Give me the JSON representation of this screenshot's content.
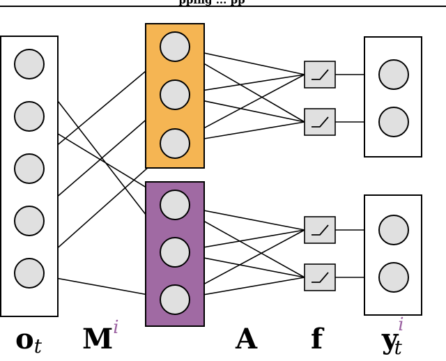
{
  "header": {
    "caption_fragment": "pping ... pp"
  },
  "colors": {
    "orange_block": "#f5b553",
    "purple_block": "#a06aa3",
    "superscript": "#9a5fa0",
    "node_fill": "#e0e0e0"
  },
  "labels": {
    "input": {
      "main": "o",
      "sub": "t"
    },
    "mapping": {
      "main": "M",
      "sup": "i"
    },
    "weights": {
      "main": "A"
    },
    "activation": {
      "main": "f"
    },
    "output": {
      "main": "y",
      "sup": "i",
      "sub": "t"
    }
  },
  "graph": {
    "input_nodes": 5,
    "orange_nodes": 3,
    "purple_nodes": 3,
    "activations_per_group": 2,
    "outputs_per_group": 2,
    "mapping_edges": [
      {
        "from_input": 0,
        "to_hidden": "purple",
        "index": 1
      },
      {
        "from_input": 1,
        "to_hidden": "purple",
        "index": 0
      },
      {
        "from_input": 2,
        "to_hidden": "orange",
        "index": 0
      },
      {
        "from_input": 3,
        "to_hidden": "orange",
        "index": 1
      },
      {
        "from_input": 4,
        "to_hidden": "orange",
        "index": 2
      },
      {
        "from_input": 4,
        "to_hidden": "purple",
        "index": 2
      }
    ]
  }
}
